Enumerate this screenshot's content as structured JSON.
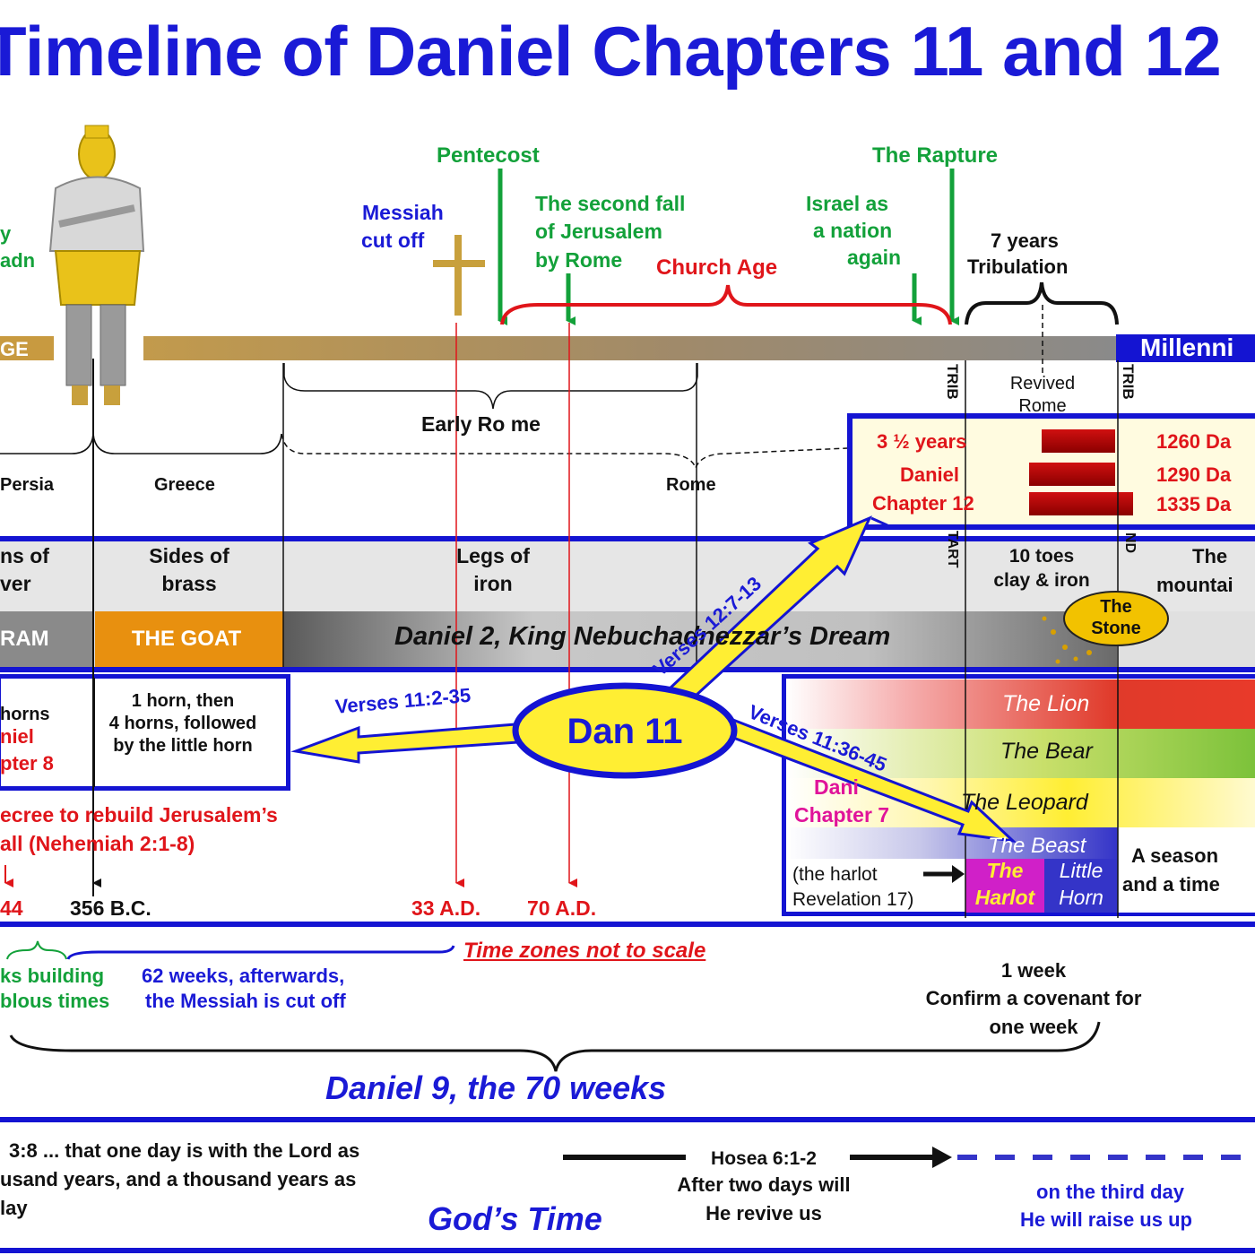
{
  "title": "Timeline of Daniel Chapters 11 and 12",
  "events": {
    "pentecost": "Pentecost",
    "rapture": "The Rapture",
    "messiah": [
      "Messiah",
      "cut off"
    ],
    "second_fall": [
      "The second fall",
      "of Jerusalem",
      "by Rome"
    ],
    "church_age": "Church Age",
    "israel": [
      "Israel as",
      "a nation",
      "again"
    ],
    "tribulation": [
      "7 years",
      "Tribulation"
    ],
    "left_cut": [
      "y",
      "adn"
    ]
  },
  "timeline_bar": {
    "left_label": "GE",
    "millennium": "Millenni",
    "trib_start": "TRIB",
    "trib_end": "TRIB"
  },
  "empires": {
    "early_rome": "Early Ro me",
    "persia": "Persia",
    "greece": "Greece",
    "rome": "Rome",
    "revived_rome": [
      "Revived",
      "Rome"
    ]
  },
  "daniel12": {
    "labels": [
      "3 ½ years",
      "Daniel",
      "Chapter 12"
    ],
    "days": [
      "1260 Da",
      "1290 Da",
      "1335 Da"
    ]
  },
  "statue_row": {
    "silver": [
      "ns of",
      "ver"
    ],
    "brass": [
      "Sides of",
      "brass"
    ],
    "iron": [
      "Legs of",
      "iron"
    ],
    "toes": [
      "10 toes",
      "clay & iron"
    ],
    "mountain": [
      "The",
      "mountai"
    ],
    "start": "TART",
    "end": "ND"
  },
  "animals_row": {
    "ram": "RAM",
    "goat": "THE GOAT",
    "dream": "Daniel 2, King Nebuchadnezzar’s Dream",
    "stone": [
      "The",
      "Stone"
    ]
  },
  "center": {
    "dan11": "Dan 11",
    "verses_a": "Verses 11:2-35",
    "verses_b": "Verses 11:36-45",
    "verses_c": "Verses 12:7-13"
  },
  "horns": {
    "left": [
      "horns",
      "niel",
      "pter 8"
    ],
    "right": [
      "1 horn, then",
      "4 horns, followed",
      "by the little horn"
    ]
  },
  "daniel7": {
    "lion": "The Lion",
    "bear": "The Bear",
    "leopard": "The Leopard",
    "beast": "The Beast",
    "harlot": [
      "The",
      "Harlot"
    ],
    "little_horn": [
      "Little",
      "Horn"
    ],
    "label": [
      "Dani",
      "Chapter 7"
    ],
    "harlot_note": [
      "(the harlot",
      "Revelation 17)"
    ],
    "season": [
      "A season",
      "and a time"
    ]
  },
  "decree": [
    "ecree to rebuild Jerusalem’s",
    "all (Nehemiah 2:1-8)"
  ],
  "dates": {
    "d1": "44",
    "d2": "356 B.C.",
    "d3": "33 A.D.",
    "d4": "70 A.D."
  },
  "weeks": {
    "not_to_scale": "Time zones not to scale",
    "seven_weeks": [
      "ks building",
      "blous times"
    ],
    "sixty_two": [
      "62 weeks, afterwards,",
      "the Messiah is cut off"
    ],
    "one_week": [
      "1 week",
      "Confirm a covenant for",
      "one week"
    ],
    "daniel9": "Daniel 9, the 70 weeks"
  },
  "gods_time": {
    "peter": [
      "3:8 ... that one day is with the Lord as",
      "usand years, and a thousand years as",
      "lay"
    ],
    "label": "God’s Time",
    "hosea": [
      "Hosea 6:1-2",
      "After two days will",
      "He revive us"
    ],
    "third_day": [
      "on the third day",
      "He will raise us up"
    ]
  },
  "colors": {
    "title_blue": "#1a1ad6",
    "green": "#13a13a",
    "red": "#e0151a",
    "gold": "#c8a03c",
    "goat_orange": "#e8900f",
    "frame_blue": "#1414d2",
    "yellow": "#ffee33"
  }
}
